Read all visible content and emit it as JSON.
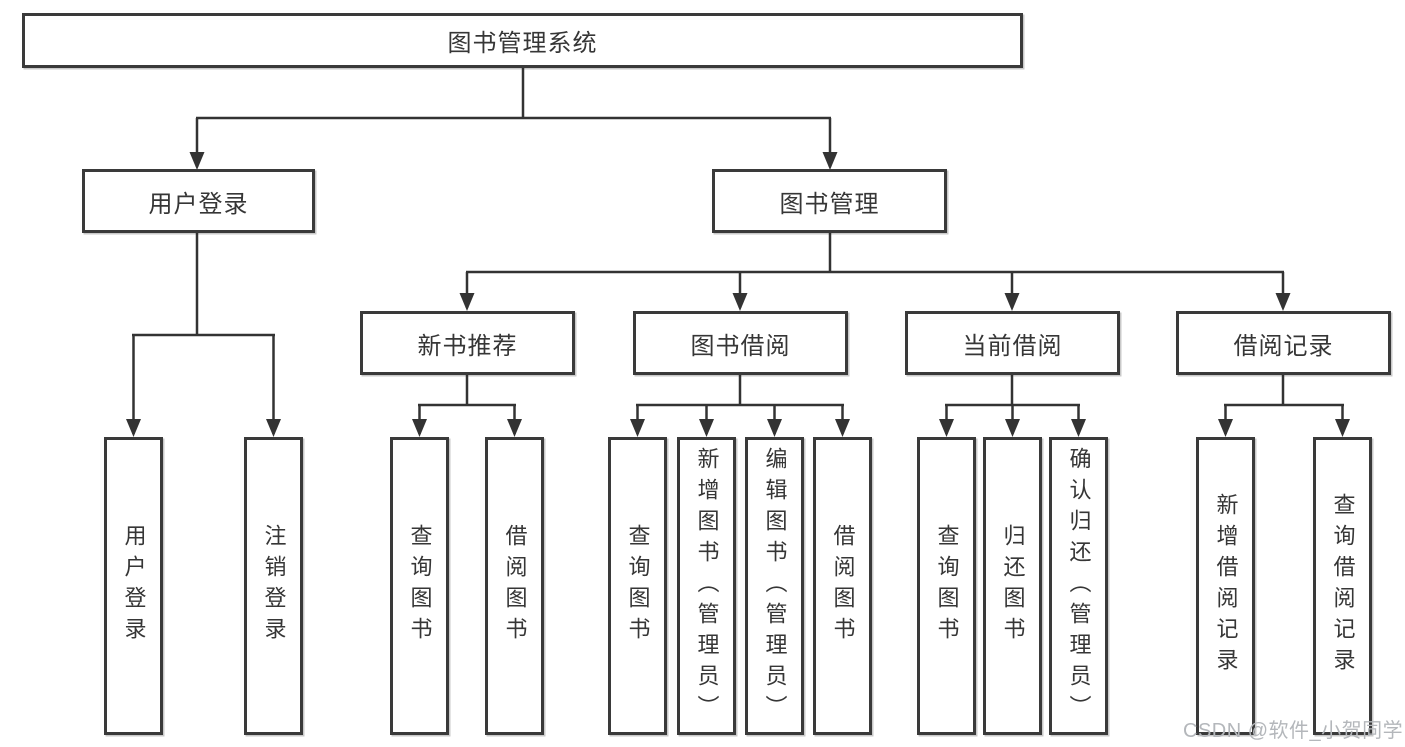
{
  "diagram": {
    "title": "图书管理系统",
    "nodes": [
      {
        "label": "用户登录",
        "children": [
          {
            "label": "用户登录"
          },
          {
            "label": "注销登录"
          }
        ]
      },
      {
        "label": "图书管理",
        "children": [
          {
            "label": "新书推荐",
            "children": [
              {
                "label": "查询图书"
              },
              {
                "label": "借阅图书"
              }
            ]
          },
          {
            "label": "图书借阅",
            "children": [
              {
                "label": "查询图书"
              },
              {
                "label": "新增图书（管理员）"
              },
              {
                "label": "编辑图书（管理员）"
              },
              {
                "label": "借阅图书"
              }
            ]
          },
          {
            "label": "当前借阅",
            "children": [
              {
                "label": "查询图书"
              },
              {
                "label": "归还图书"
              },
              {
                "label": "确认归还（管理员）"
              }
            ]
          },
          {
            "label": "借阅记录",
            "children": [
              {
                "label": "新增借阅记录"
              },
              {
                "label": "查询借阅记录"
              }
            ]
          }
        ]
      }
    ]
  },
  "watermark": {
    "text": "CSDN @软件_小贺同学"
  },
  "colors": {
    "line": "#333333",
    "box_border": "#3a3a3a",
    "text": "#363636",
    "background": "#ffffff",
    "watermark": "#b4b7bb"
  }
}
